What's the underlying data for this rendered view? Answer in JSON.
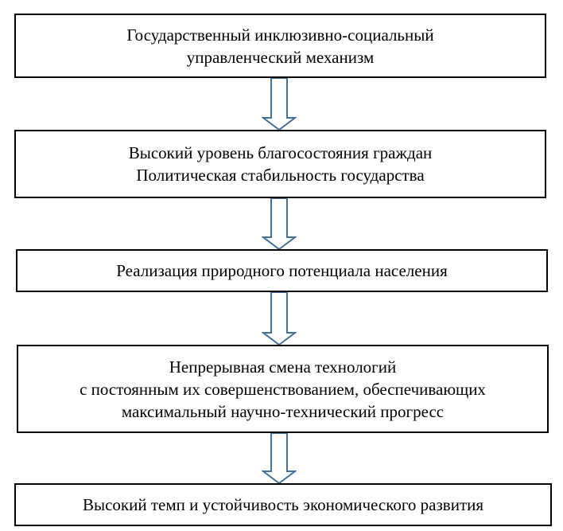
{
  "boxes": [
    {
      "lines": [
        "Государственный инклюзивно-социальный",
        "управленческий механизм"
      ]
    },
    {
      "lines": [
        "Высокий уровень благосостояния граждан",
        "Политическая стабильность государства"
      ]
    },
    {
      "lines": [
        "Реализация природного потенциала населения"
      ]
    },
    {
      "lines": [
        "Непрерывная смена технологий",
        "с постоянным их совершенствованием, обеспечивающих",
        "максимальный научно-технический прогресс"
      ]
    },
    {
      "lines": [
        "Высокий темп и устойчивость экономического развития"
      ]
    }
  ],
  "colors": {
    "arrow": "#41719c",
    "border": "#000000"
  }
}
